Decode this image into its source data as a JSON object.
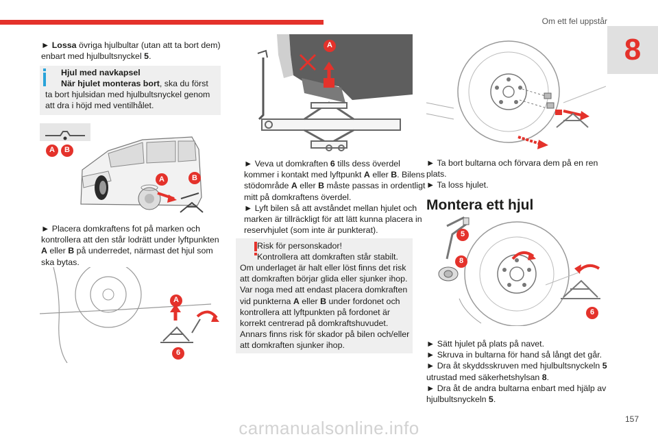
{
  "header": {
    "section_title": "Om ett fel uppstår",
    "chapter_number": "8"
  },
  "col1": {
    "p1_arrow": "►",
    "p1_bold": "Lossa",
    "p1_rest": " övriga hjulbultar (utan att ta bort dem)",
    "p1_line2_a": "enbart med hjulbultsnyckel ",
    "p1_line2_b": "5",
    "p1_line2_c": ".",
    "info_title": "Hjul med navkapsel",
    "info_bold": "När hjulet monteras bort",
    "info_rest": ", ska du först",
    "info_line2": "ta bort hjulsidan med hjulbultsnyckel genom",
    "info_line3": "att dra i höjd med ventilhålet.",
    "p2_line1": "► Placera domkraftens fot på marken och",
    "p2_line2": "kontrollera att den står lodrätt under lyftpunkten",
    "p2_line3_a": "A",
    "p2_line3_b": " eller ",
    "p2_line3_c": "B",
    "p2_line3_d": " på underredet, närmast det hjul som",
    "p2_line4": "ska bytas."
  },
  "col2": {
    "p1_a": "► Veva ut domkraften ",
    "p1_b": "6",
    "p1_c": " tills dess överdel",
    "p1_l2_a": "kommer i kontakt med lyftpunkt ",
    "p1_l2_b": "A",
    "p1_l2_c": " eller ",
    "p1_l2_d": "B",
    "p1_l2_e": ". Bilens",
    "p1_l3_a": "stödområde ",
    "p1_l3_b": "A",
    "p1_l3_c": " eller ",
    "p1_l3_d": "B",
    "p1_l3_e": " måste passas in ordentligt",
    "p1_l4": "mitt på domkraftens överdel.",
    "p2_l1": "► Lyft bilen så att avståndet mellan hjulet och",
    "p2_l2": "marken är tillräckligt för att lätt kunna placera in",
    "p2_l3": "reservhjulet (som inte är punkterat).",
    "warn_title": "Risk för personskador!",
    "warn_l1": "Kontrollera att domkraften står stabilt.",
    "warn_l2": "Om underlaget är halt eller löst finns det risk",
    "warn_l3": "att domkraften börjar glida eller sjunker ihop.",
    "warn_l4": "Var noga med att endast placera domkraften",
    "warn_l5_a": "vid punkterna ",
    "warn_l5_b": "A",
    "warn_l5_c": " eller ",
    "warn_l5_d": "B",
    "warn_l5_e": " under fordonet och",
    "warn_l6": "kontrollera att lyftpunkten på fordonet är",
    "warn_l7": "korrekt centrerad på domkraftshuvudet.",
    "warn_l8": "Annars finns risk för skador på bilen och/eller",
    "warn_l9": "att domkraften sjunker ihop."
  },
  "col3": {
    "p1_l1": "► Ta bort bultarna och förvara dem på en ren",
    "p1_l2": "plats.",
    "p1_l3": "► Ta loss hjulet.",
    "heading": "Montera ett hjul",
    "p2_l1": "► Sätt hjulet på plats på navet.",
    "p2_l2": "► Skruva in bultarna för hand så långt det går.",
    "p2_l3_a": "► Dra åt skyddsskruven med hjulbultsnyckeln ",
    "p2_l3_b": "5",
    "p2_l4_a": "utrustad med säkerhetshylsan ",
    "p2_l4_b": "8",
    "p2_l4_c": ".",
    "p2_l5": "► Dra åt de andra bultarna enbart med hjälp av",
    "p2_l6_a": "hjulbultsnyckeln ",
    "p2_l6_b": "5",
    "p2_l6_c": "."
  },
  "labels": {
    "A": "A",
    "B": "B",
    "n5": "5",
    "n6": "6",
    "n8": "8"
  },
  "footer": {
    "page_number": "157",
    "watermark": "carmanualsonline.info"
  },
  "colors": {
    "accent_red": "#e4322b",
    "info_blue": "#29a3d9",
    "box_grey": "#efefef"
  }
}
